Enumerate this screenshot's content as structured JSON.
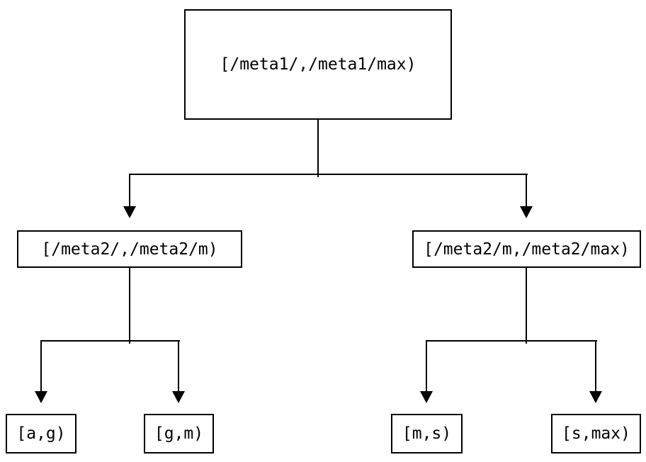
{
  "diagram": {
    "type": "binary-interval-tree",
    "background_color": "#ffffff",
    "line_color": "#000000",
    "text_color": "#000000",
    "nodes": {
      "root": {
        "label": "[/meta1/,/meta1/max)"
      },
      "left": {
        "label": "[/meta2/,/meta2/m)"
      },
      "right": {
        "label": "[/meta2/m,/meta2/max)"
      },
      "leaf_ag": {
        "label": "[a,g)"
      },
      "leaf_gm": {
        "label": "[g,m)"
      },
      "leaf_ms": {
        "label": "[m,s)"
      },
      "leaf_smax": {
        "label": "[s,max)"
      }
    },
    "edges": [
      {
        "from": "root",
        "to": "left"
      },
      {
        "from": "root",
        "to": "right"
      },
      {
        "from": "left",
        "to": "leaf_ag"
      },
      {
        "from": "left",
        "to": "leaf_gm"
      },
      {
        "from": "right",
        "to": "leaf_ms"
      },
      {
        "from": "right",
        "to": "leaf_smax"
      }
    ]
  }
}
